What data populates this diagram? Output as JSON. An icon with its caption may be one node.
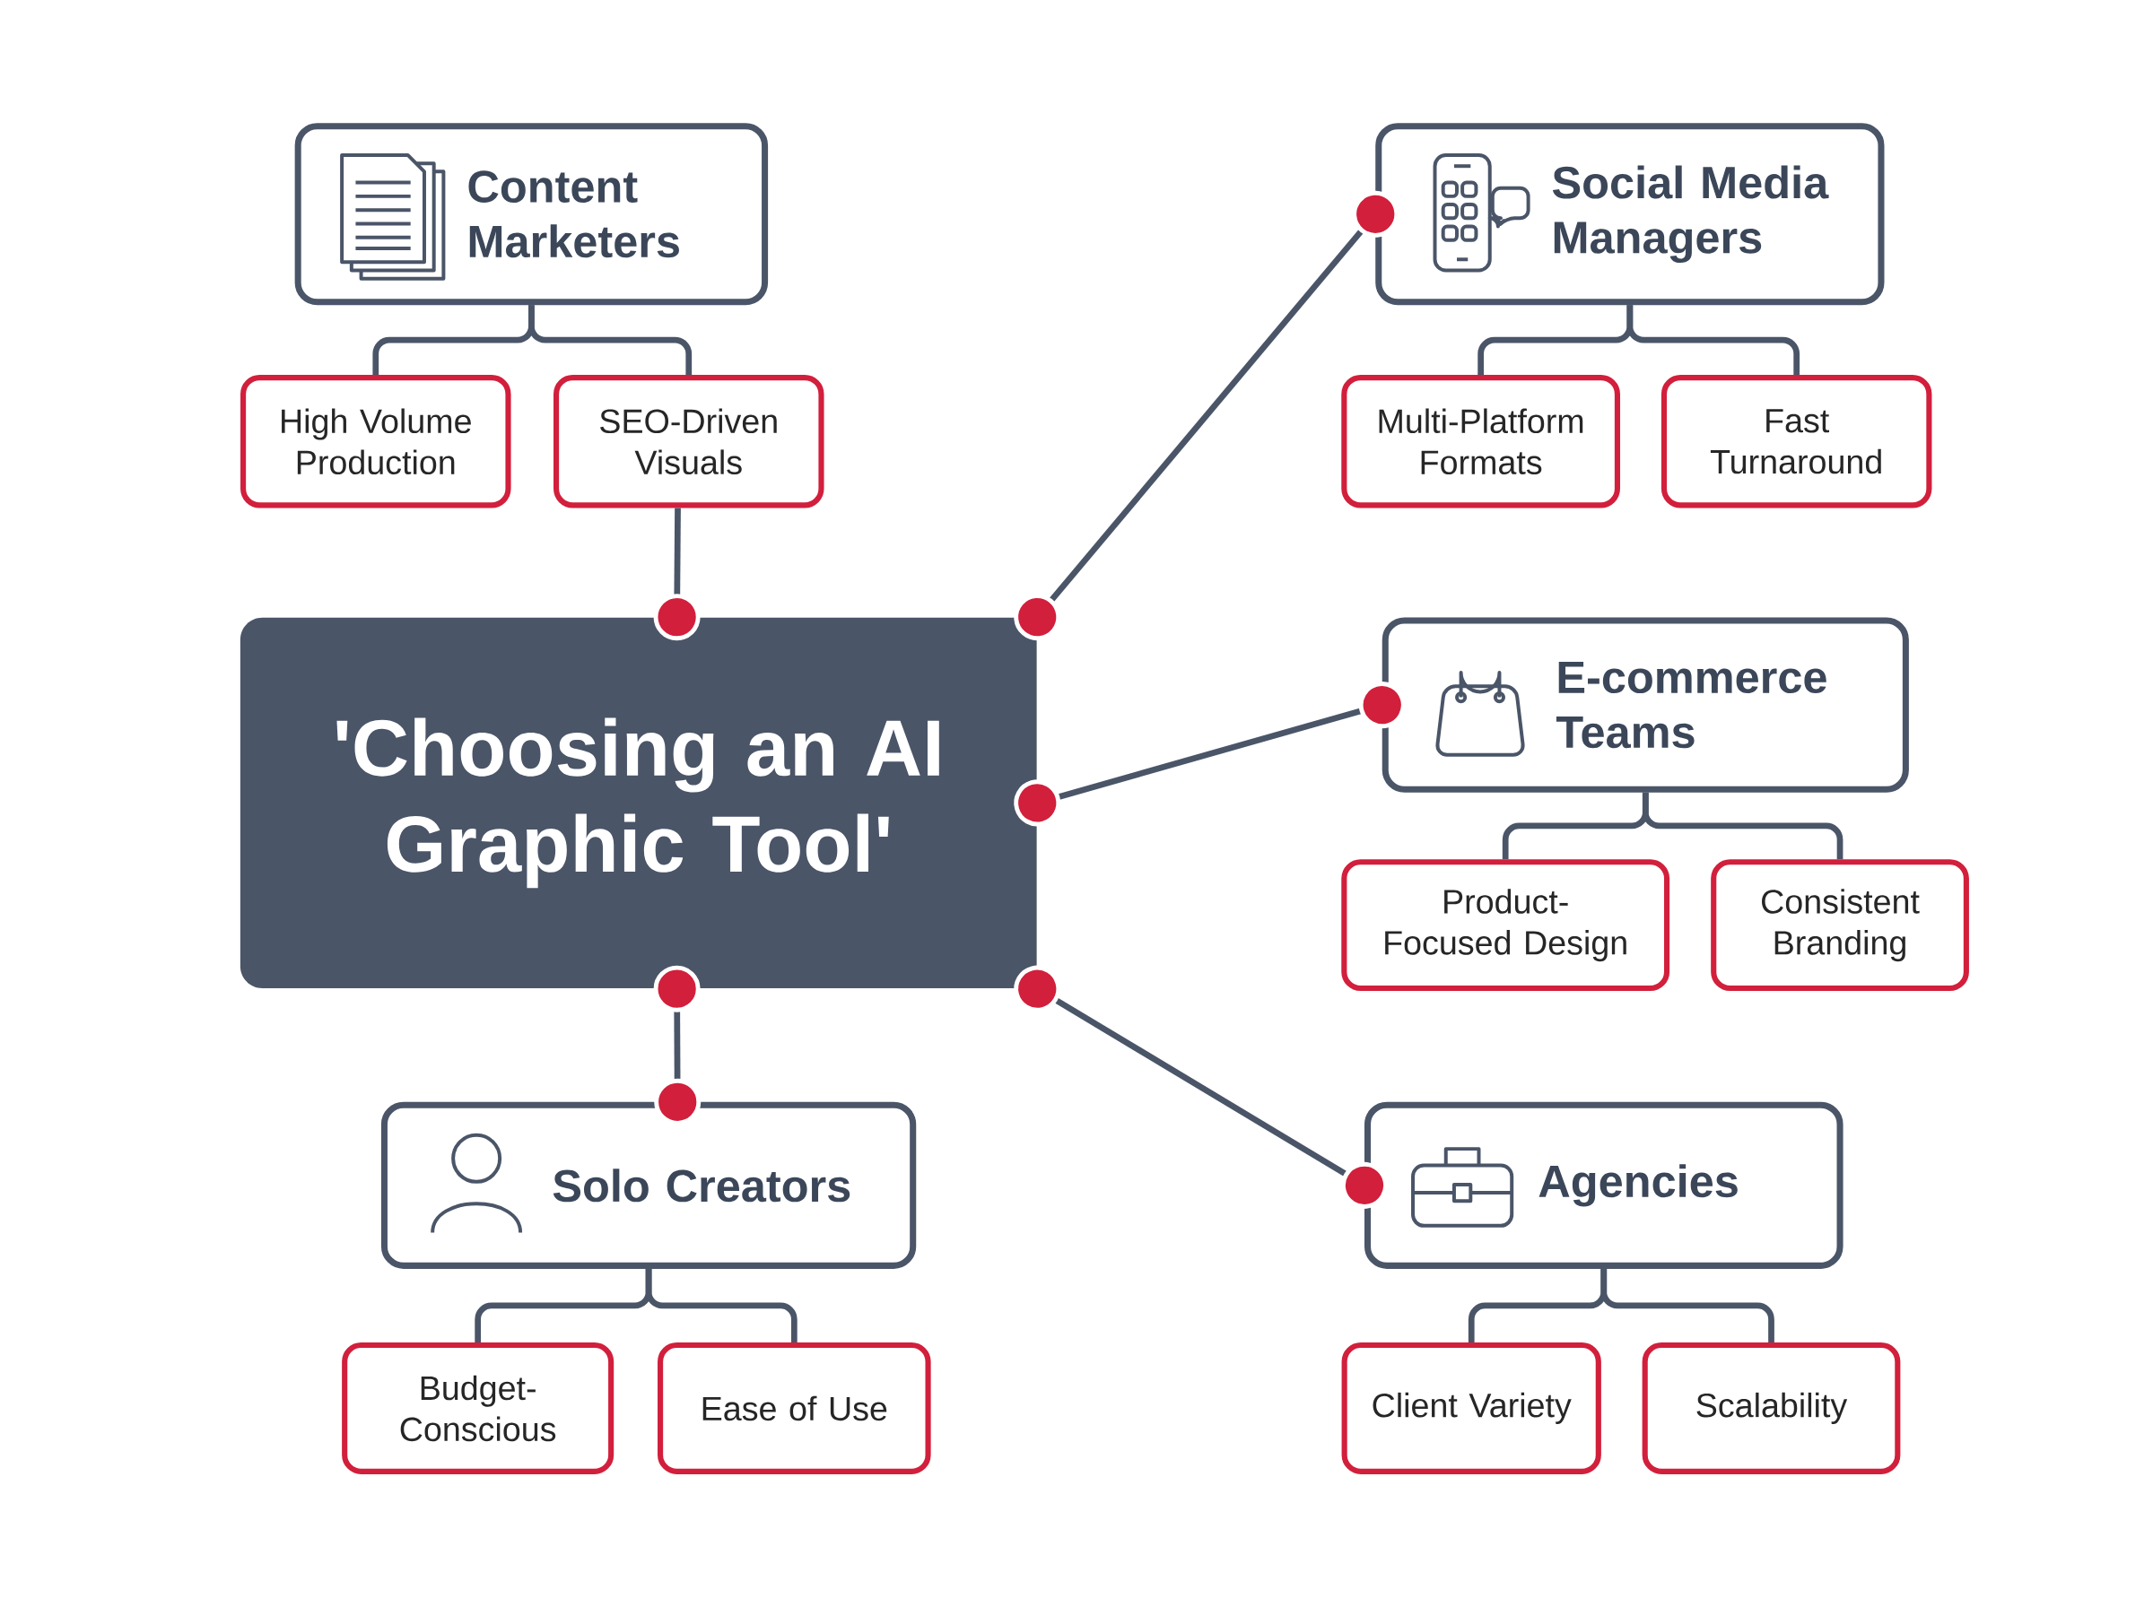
{
  "diagram": {
    "nodes": [
      {
        "text": [
          "'Choosing an AI Graphic Tool'"
        ]
      },
      {
        "text": [
          "Content Marketers"
        ]
      },
      {
        "text": [
          "High Volume Production"
        ]
      },
      {
        "text": [
          "SEO-Driven Visuals"
        ]
      },
      {
        "text": [
          "Social Media Managers"
        ]
      },
      {
        "text": [
          "Multi-Platform Formats"
        ]
      },
      {
        "text": [
          "Fast Turnaround"
        ]
      },
      {
        "text": [
          "E-commerce Teams"
        ]
      },
      {
        "text": [
          "Product-Focused Design"
        ]
      },
      {
        "text": [
          "Consistent Branding"
        ]
      },
      {
        "text": [
          "Solo Creators"
        ]
      },
      {
        "text": [
          "Budget-Conscious"
        ]
      },
      {
        "text": [
          "Ease of Use"
        ]
      },
      {
        "text": [
          "Agencies"
        ]
      },
      {
        "text": [
          "Client Variety"
        ]
      },
      {
        "text": [
          "Scalability"
        ]
      }
    ],
    "edges": [
      {
        "from": 1,
        "to": 2,
        "arrow": "none"
      },
      {
        "from": 1,
        "to": 3,
        "arrow": "none"
      },
      {
        "from": 4,
        "to": 5,
        "arrow": "none"
      },
      {
        "from": 4,
        "to": 6,
        "arrow": "none"
      },
      {
        "from": 7,
        "to": 8,
        "arrow": "none"
      },
      {
        "from": 7,
        "to": 9,
        "arrow": "none"
      },
      {
        "from": 10,
        "to": 11,
        "arrow": "none"
      },
      {
        "from": 10,
        "to": 12,
        "arrow": "none"
      },
      {
        "from": 13,
        "to": 14,
        "arrow": "none"
      },
      {
        "from": 13,
        "to": 15,
        "arrow": "none"
      },
      {
        "from": 3,
        "to": 0,
        "arrow": "other"
      },
      {
        "from": 0,
        "to": 4,
        "arrow": "other"
      },
      {
        "from": 0,
        "to": 7,
        "arrow": "other"
      },
      {
        "from": 0,
        "to": 10,
        "arrow": "other"
      },
      {
        "from": 0,
        "to": 13,
        "arrow": "other"
      }
    ]
  }
}
